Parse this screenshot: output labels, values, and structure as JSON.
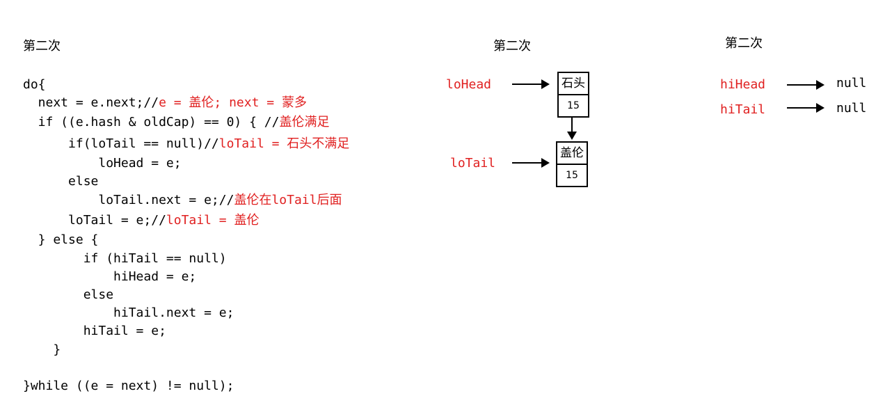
{
  "headings": {
    "left": "第二次",
    "middle": "第二次",
    "right": "第二次"
  },
  "code": {
    "l1": "do{",
    "l2_code": "  next = e.next;//",
    "l2_comment": "e = 盖伦; next = 蒙多",
    "l3_code": "  if ((e.hash & oldCap) == 0) { //",
    "l3_comment": "盖伦满足",
    "l4_code": "      if(loTail == null)//",
    "l4_comment": "loTail = 石头不满足",
    "l5": "          loHead = e;",
    "l6": "      else",
    "l7_code": "          loTail.next = e;//",
    "l7_comment": "盖伦在loTail后面",
    "l8_code": "      loTail = e;//",
    "l8_comment": "loTail = 盖伦",
    "l9": "  } else {",
    "l10": "        if (hiTail == null)",
    "l11": "            hiHead = e;",
    "l12": "        else",
    "l13": "            hiTail.next = e;",
    "l14": "        hiTail = e;",
    "l15": "    }",
    "l16": "}while ((e = next) != null);"
  },
  "lo_diagram": {
    "head_label": "loHead",
    "tail_label": "loTail",
    "nodes": [
      {
        "key": "石头",
        "value": "15"
      },
      {
        "key": "盖伦",
        "value": "15"
      }
    ]
  },
  "hi_diagram": {
    "head_label": "hiHead",
    "tail_label": "hiTail",
    "head_target": "null",
    "tail_target": "null"
  },
  "colors": {
    "comment": "#e02020",
    "pointer_label": "#e02020",
    "text": "#000000"
  }
}
